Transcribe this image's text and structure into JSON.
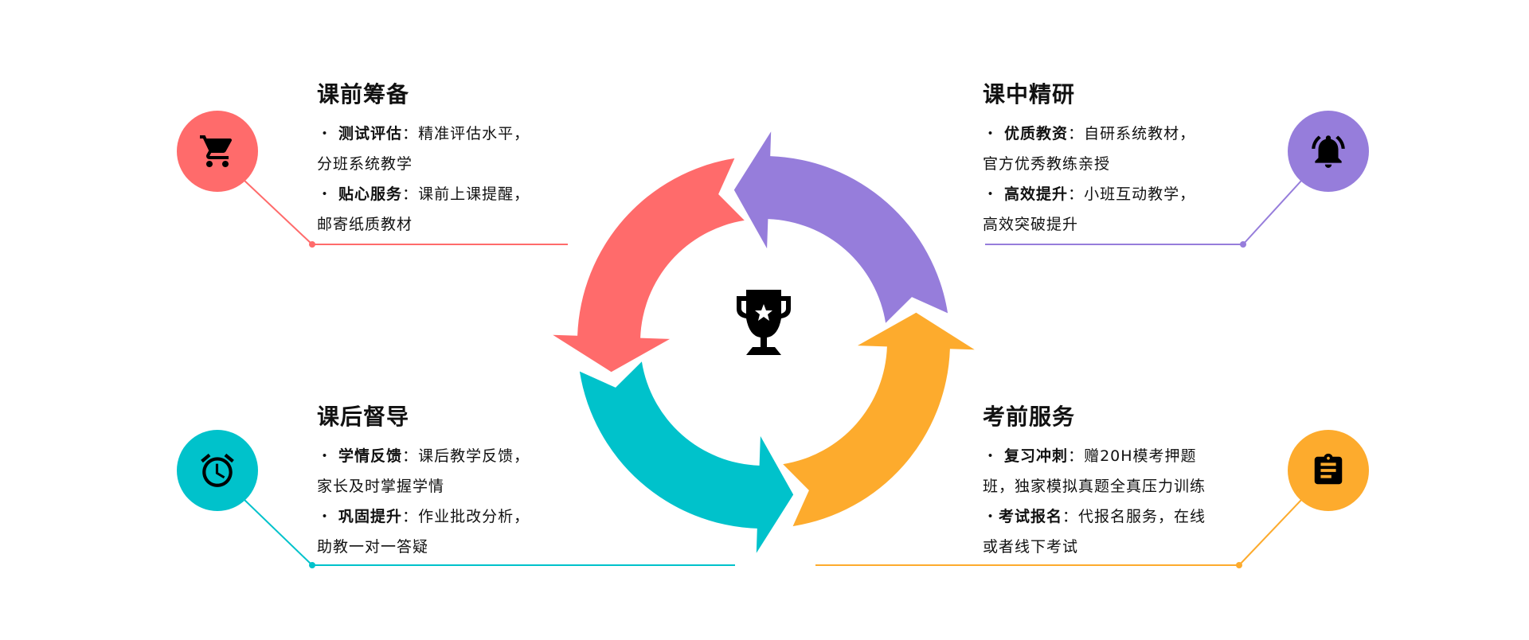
{
  "center_icon": "trophy-icon",
  "colors": {
    "red": "#FF6B6B",
    "purple": "#967DDB",
    "teal": "#00C2CB",
    "orange": "#FDAB2D"
  },
  "sections": [
    {
      "title": "课前筹备",
      "icon": "shopping-cart-icon",
      "color": "#FF6B6B",
      "items": [
        {
          "bullet": "・ ",
          "label": "测试评估",
          "sep": "：",
          "text1": "精准评估水平，",
          "text2": "分班系统教学"
        },
        {
          "bullet": "・ ",
          "label": "贴心服务",
          "sep": "：",
          "text1": "课前上课提醒，",
          "text2": "邮寄纸质教材"
        }
      ]
    },
    {
      "title": "课中精研",
      "icon": "bell-icon",
      "color": "#967DDB",
      "items": [
        {
          "bullet": "・ ",
          "label": "优质教资",
          "sep": "：",
          "text1": "自研系统教材，",
          "text2": "官方优秀教练亲授"
        },
        {
          "bullet": "・ ",
          "label": "高效提升",
          "sep": "：",
          "text1": "小班互动教学，",
          "text2": "高效突破提升"
        }
      ]
    },
    {
      "title": "课后督导",
      "icon": "alarm-clock-icon",
      "color": "#00C2CB",
      "items": [
        {
          "bullet": "・ ",
          "label": "学情反馈",
          "sep": "：",
          "text1": "课后教学反馈，",
          "text2": "家长及时掌握学情"
        },
        {
          "bullet": "・ ",
          "label": "巩固提升",
          "sep": "：",
          "text1": "作业批改分析，",
          "text2": "助教一对一答疑"
        }
      ]
    },
    {
      "title": "考前服务",
      "icon": "clipboard-icon",
      "color": "#FDAB2D",
      "items": [
        {
          "bullet": "・ ",
          "label": "复习冲刺",
          "sep": "：",
          "text1": "赠20H模考押题",
          "text2": "班，独家模拟真题全真压力训练"
        },
        {
          "bullet": "・",
          "label": "考试报名",
          "sep": "：",
          "text1": "代报名服务，在线",
          "text2": "或者线下考试"
        }
      ]
    }
  ]
}
